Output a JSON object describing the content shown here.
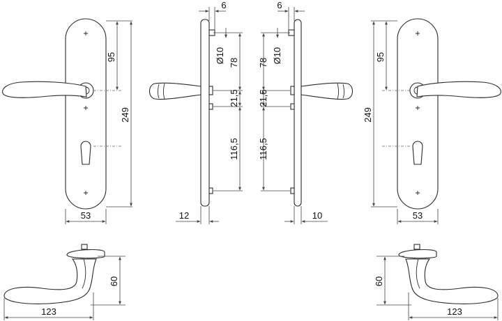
{
  "dimensions": {
    "front_left": {
      "upper": "95",
      "total": "249",
      "width": "53"
    },
    "side_left": {
      "pin_offset": "6",
      "pin_dia": "Ø10",
      "d78": "78",
      "d21_5": "21,5",
      "d116_5": "116,5",
      "thickness": "12"
    },
    "side_right": {
      "pin_offset": "6",
      "pin_dia": "Ø10",
      "d78": "78",
      "d21_5": "21,5",
      "d116_5": "116,5",
      "thickness": "10"
    },
    "front_right": {
      "upper": "95",
      "total": "249",
      "width": "53"
    },
    "bottom_left": {
      "projection": "60",
      "length": "123"
    },
    "bottom_right": {
      "projection": "60",
      "length": "123"
    }
  }
}
